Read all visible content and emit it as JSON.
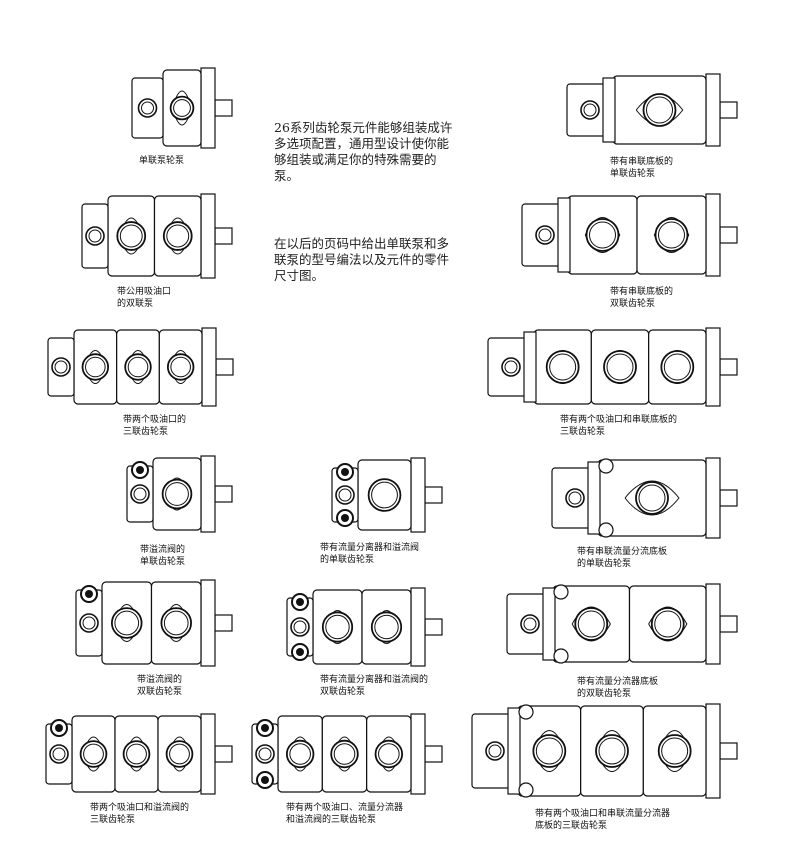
{
  "intro": {
    "paragraph1": "26系列齿轮泵元件能够组装成许多选项配置，通用型设计使你能够组装或满足你的特殊需要的泵。",
    "paragraph2": "在以后的页码中给出单联泵和多联泵的型号编法以及元件的零件尺寸图。"
  },
  "figures": [
    {
      "stages": 1,
      "variant": "plain",
      "caption": [
        "单联泵轮泵"
      ]
    },
    {
      "stages": 1,
      "variant": "plate",
      "caption": [
        "带有串联底板的",
        "单联齿轮泵"
      ]
    },
    {
      "stages": 2,
      "variant": "plain",
      "caption": [
        "带公用吸油口",
        "的双联泵"
      ]
    },
    {
      "stages": 2,
      "variant": "plate",
      "caption": [
        "带有串联底板的",
        "双联齿轮泵"
      ]
    },
    {
      "stages": 3,
      "variant": "plain",
      "caption": [
        "带两个吸油口的",
        "三联齿轮泵"
      ]
    },
    {
      "stages": 3,
      "variant": "plate",
      "caption": [
        "带有两个吸油口和串联底板的",
        "三联齿轮泵"
      ]
    },
    {
      "stages": 1,
      "variant": "valve",
      "caption": [
        "带溢流阀的",
        "单联齿轮泵"
      ]
    },
    {
      "stages": 1,
      "variant": "divider",
      "caption": [
        "带有流量分离器和溢流阀",
        "的单联齿轮泵"
      ]
    },
    {
      "stages": 1,
      "variant": "divplate",
      "caption": [
        "带有串联流量分流底板",
        "的单联齿轮泵"
      ]
    },
    {
      "stages": 2,
      "variant": "valve",
      "caption": [
        "带溢流阀的",
        "双联齿轮泵"
      ]
    },
    {
      "stages": 2,
      "variant": "divider",
      "caption": [
        "带有流量分离器和溢流阀的",
        "双联齿轮泵"
      ]
    },
    {
      "stages": 2,
      "variant": "divplate",
      "caption": [
        "带有流量分流器底板",
        "的双联齿轮泵"
      ]
    },
    {
      "stages": 3,
      "variant": "valve",
      "caption": [
        "带两个吸油口和溢流阀的",
        "三联齿轮泵"
      ]
    },
    {
      "stages": 3,
      "variant": "divider",
      "caption": [
        "带有两个吸油口、流量分流器",
        "和溢流阀的三联齿轮泵"
      ]
    },
    {
      "stages": 3,
      "variant": "divplate",
      "caption": [
        "带有两个吸油口和串联流量分流器",
        "底板的三联齿轮泵"
      ]
    }
  ]
}
